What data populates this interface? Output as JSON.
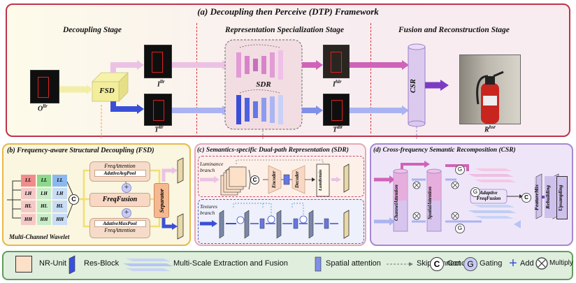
{
  "title": "(a) Decoupling then Perceive (DTP) Framework",
  "stages": {
    "decoupling": "Decoupling Stage",
    "representation": "Representation Specialization Stage",
    "fusion": "Fusion and Reconstruction Stage"
  },
  "top": {
    "fsd_label": "FSD",
    "sdr_label": "SDR",
    "csr_label": "CSR",
    "o_label": "O",
    "o_sup": "llr",
    "i_label": "I",
    "i_sup": "llr",
    "t_label": "T",
    "t_sup": "llr",
    "ih_label": "I",
    "ih_sup": "hlr",
    "td_label": "T",
    "td_sup": "dlr",
    "r_label": "R",
    "r_sup": "hsr"
  },
  "fsd": {
    "title": "(b) Frequency-aware Structural Decoupling (FSD)",
    "wavelet_label": "Multi-Channel Wavelet",
    "grid": [
      [
        "LL",
        "LL",
        "LL"
      ],
      [
        "LH",
        "LH",
        "LH"
      ],
      [
        "HL",
        "HL",
        "HL"
      ],
      [
        "HH",
        "HH",
        "HH"
      ]
    ],
    "concat": "C",
    "freq_attention_top": "FreqAttention",
    "avg_pool": "AdativeAvgPool",
    "freq_fusion": "FreqFusion",
    "max_pool": "AdativeMaxPool",
    "freq_attention_bottom": "FreqAttention",
    "separator": "Separator"
  },
  "sdr": {
    "title": "(c) Semantics-specific Dual-path Representation (SDR)",
    "lum_branch_1": "Luminance",
    "lum_branch_2": "branch",
    "concat": "C",
    "encoder": "Encoder",
    "decoder": "Decoder",
    "lum_retain": "LumRetain",
    "tex_branch_1": "Textures",
    "tex_branch_2": "branch"
  },
  "csr": {
    "title": "(d) Cross-frequency Semantic Recomposition (CSR)",
    "channel_attention": "ChannelAttention",
    "spatial_attention": "SpatialAttention",
    "adaptive_1": "Adaptive",
    "adaptive_2": "FreqFusion",
    "gating": "G",
    "concat": "C",
    "feature_mix": "FeatureMix",
    "rebuilding": "Rebuilding",
    "upsampling": "Upsampling"
  },
  "legend": {
    "nr_unit": "NR-Unit",
    "res_block": "Res-Block",
    "multi_scale": "Multi-Scale Extraction and Fusion",
    "spatial_attention": "Spatial attention",
    "skip_connect": "Skip connect",
    "concat_symbol": "C",
    "concat": "Concat",
    "gating_symbol": "G",
    "gating": "Gating",
    "add": "Add",
    "multiply": "Multiply"
  },
  "colors": {
    "top_border": "#c0334a",
    "fsd_border": "#e8b84a",
    "sdr_border": "#e3aab5",
    "csr_border": "#a786d4",
    "legend_border": "#5f9d5f",
    "pink_path": "#e07bc0",
    "blue_path": "#3a4fd8"
  }
}
